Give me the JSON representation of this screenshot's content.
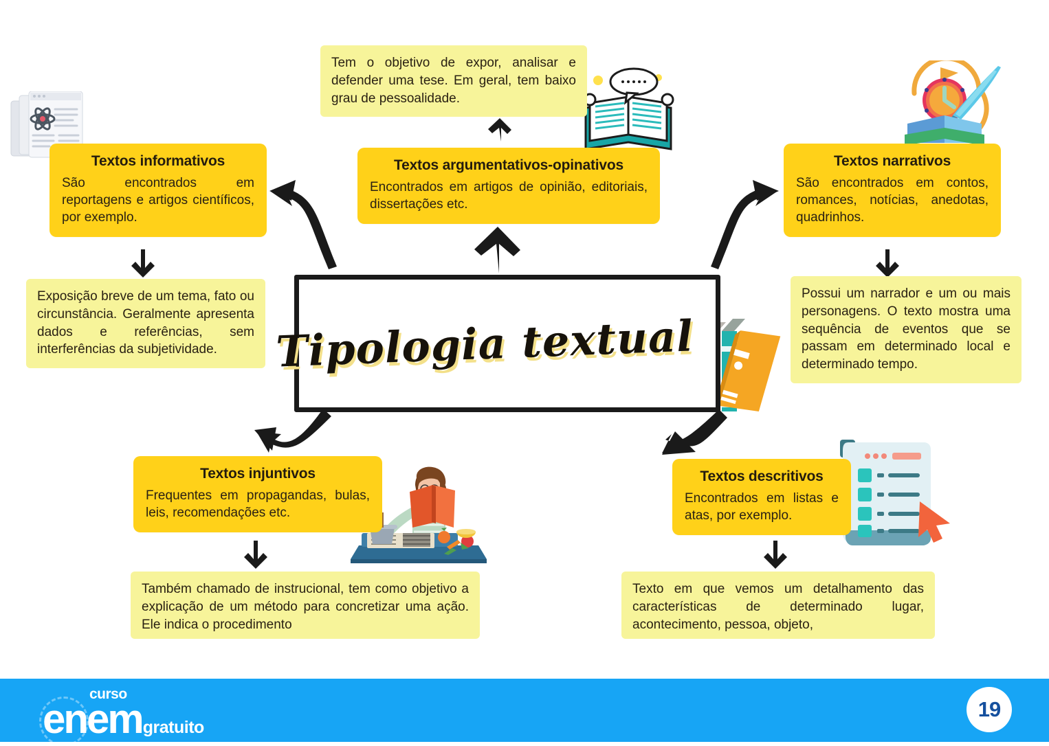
{
  "page": {
    "title": "Tipologia textual",
    "page_number": "19",
    "accent_yellow": "#FFD119",
    "note_yellow": "#F7F49A",
    "footer_blue": "#17A5F5",
    "badge_text_color": "#15509E"
  },
  "footer": {
    "brand_line1": "curso",
    "brand_line2": "enem",
    "brand_line3": "gratuito"
  },
  "nodes": {
    "informativos": {
      "title": "Textos informativos",
      "body": "São encontrados em reportagens e artigos científicos, por exemplo.",
      "note": "Exposição breve de um tema, fato ou circunstância. Geralmente apresenta dados e referências, sem interferências da subjetividade."
    },
    "argumentativos": {
      "title": "Textos argumentativos-opinativos",
      "body": "Encontrados em artigos de opinião, editoriais, dissertações etc.",
      "note": "Tem o objetivo de expor, analisar e defender uma tese. Em geral, tem baixo grau de pessoalidade."
    },
    "narrativos": {
      "title": "Textos narrativos",
      "body": "São encontrados em contos, romances, notícias, anedotas, quadrinhos.",
      "note": "Possui um narrador e um ou mais personagens. O texto mostra uma sequência de eventos que se passam em determinado local e determinado tempo."
    },
    "injuntivos": {
      "title": "Textos injuntivos",
      "body": "Frequentes em propagandas, bulas, leis, recomendações etc.",
      "note": "Também chamado de instrucional, tem como objetivo a explicação de um método para concretizar uma ação. Ele indica o procedimento"
    },
    "descritivos": {
      "title": "Textos descritivos",
      "body": "Encontrados em listas e atas, por exemplo.",
      "note": "Texto em que vemos um detalhamento das características de determinado lugar, acontecimento, pessoa, objeto,"
    }
  },
  "icons": {
    "article_atom": "article-atom-icon",
    "open_book_speech": "open-book-speech-bubble-icon",
    "book_clock_quill": "book-clock-quill-icon",
    "book_stack": "book-stack-icon",
    "cooking_person": "cooking-person-reading-book-icon",
    "checklist_cursor": "checklist-cursor-icon"
  }
}
